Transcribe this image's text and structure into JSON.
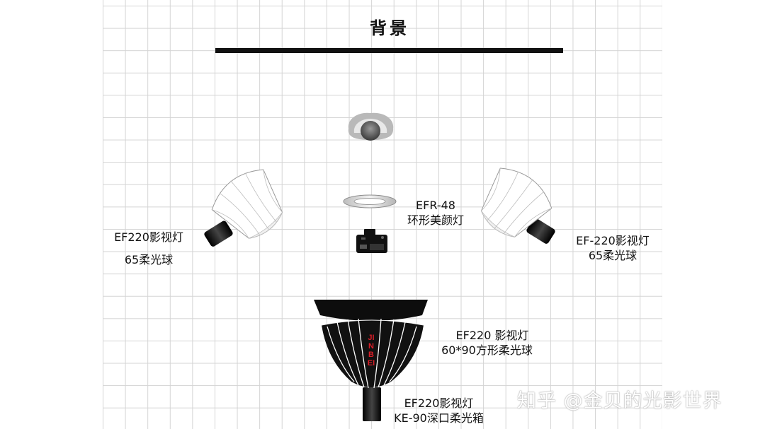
{
  "title": "背景",
  "labels": {
    "left_softbox_line1": "EF220影视灯",
    "left_softbox_line2": "65柔光球",
    "right_softbox_line1": "EF-220影视灯",
    "right_softbox_line2": "65柔光球",
    "ring_light_line1": "EFR-48",
    "ring_light_line2": "环形美颜灯",
    "front_softbox_line1": "EF220 影视灯",
    "front_softbox_line2": "60*90方形柔光球",
    "deep_softbox_line1": "EF220影视灯",
    "deep_softbox_line2": "KE-90深口柔光箱"
  },
  "brand_text": "JINBEI",
  "watermark": "知乎 @金贝的光影世界",
  "colors": {
    "grid": "#d4d4d4",
    "ink": "#111111",
    "brand_red": "#d81e28"
  }
}
